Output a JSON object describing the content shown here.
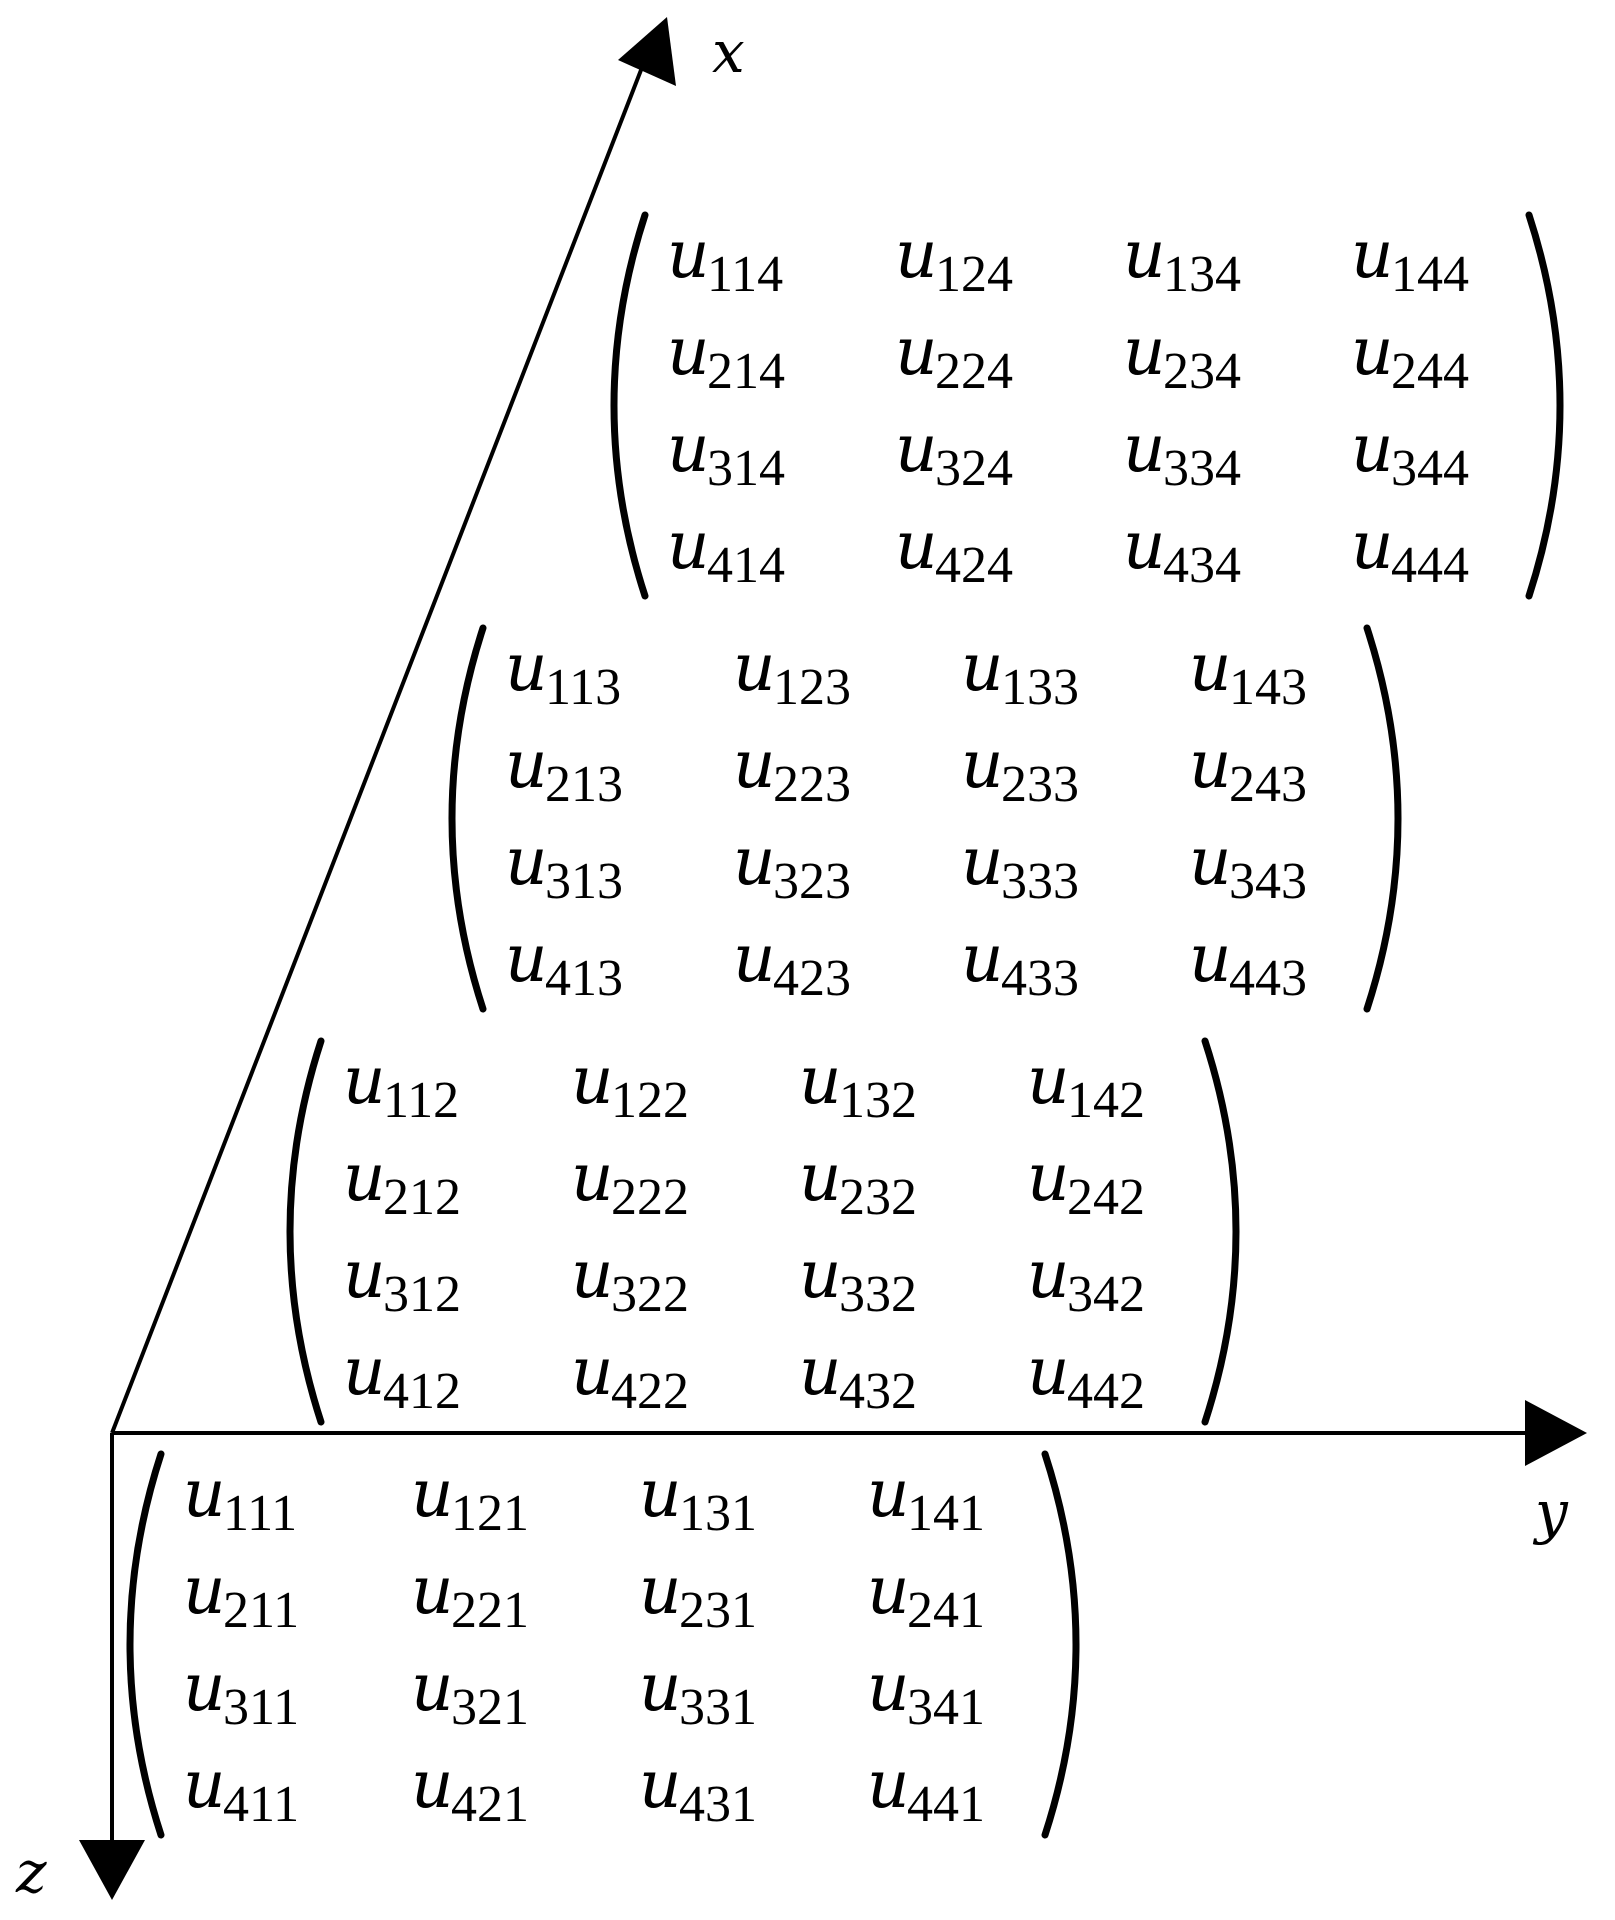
{
  "axes": {
    "x_label": "x",
    "y_label": "y",
    "z_label": "z"
  },
  "entry_symbol": "u",
  "matrices": [
    {
      "name": "matrix-k4",
      "rows": [
        [
          "114",
          "124",
          "134",
          "144"
        ],
        [
          "214",
          "224",
          "234",
          "244"
        ],
        [
          "314",
          "324",
          "334",
          "344"
        ],
        [
          "414",
          "424",
          "434",
          "444"
        ]
      ]
    },
    {
      "name": "matrix-k3",
      "rows": [
        [
          "113",
          "123",
          "133",
          "143"
        ],
        [
          "213",
          "223",
          "233",
          "243"
        ],
        [
          "313",
          "323",
          "333",
          "343"
        ],
        [
          "413",
          "423",
          "433",
          "443"
        ]
      ]
    },
    {
      "name": "matrix-k2",
      "rows": [
        [
          "112",
          "122",
          "132",
          "142"
        ],
        [
          "212",
          "222",
          "232",
          "242"
        ],
        [
          "312",
          "322",
          "332",
          "342"
        ],
        [
          "412",
          "422",
          "432",
          "442"
        ]
      ]
    },
    {
      "name": "matrix-k1",
      "rows": [
        [
          "111",
          "121",
          "131",
          "141"
        ],
        [
          "211",
          "221",
          "231",
          "241"
        ],
        [
          "311",
          "321",
          "331",
          "341"
        ],
        [
          "411",
          "421",
          "431",
          "441"
        ]
      ]
    }
  ]
}
